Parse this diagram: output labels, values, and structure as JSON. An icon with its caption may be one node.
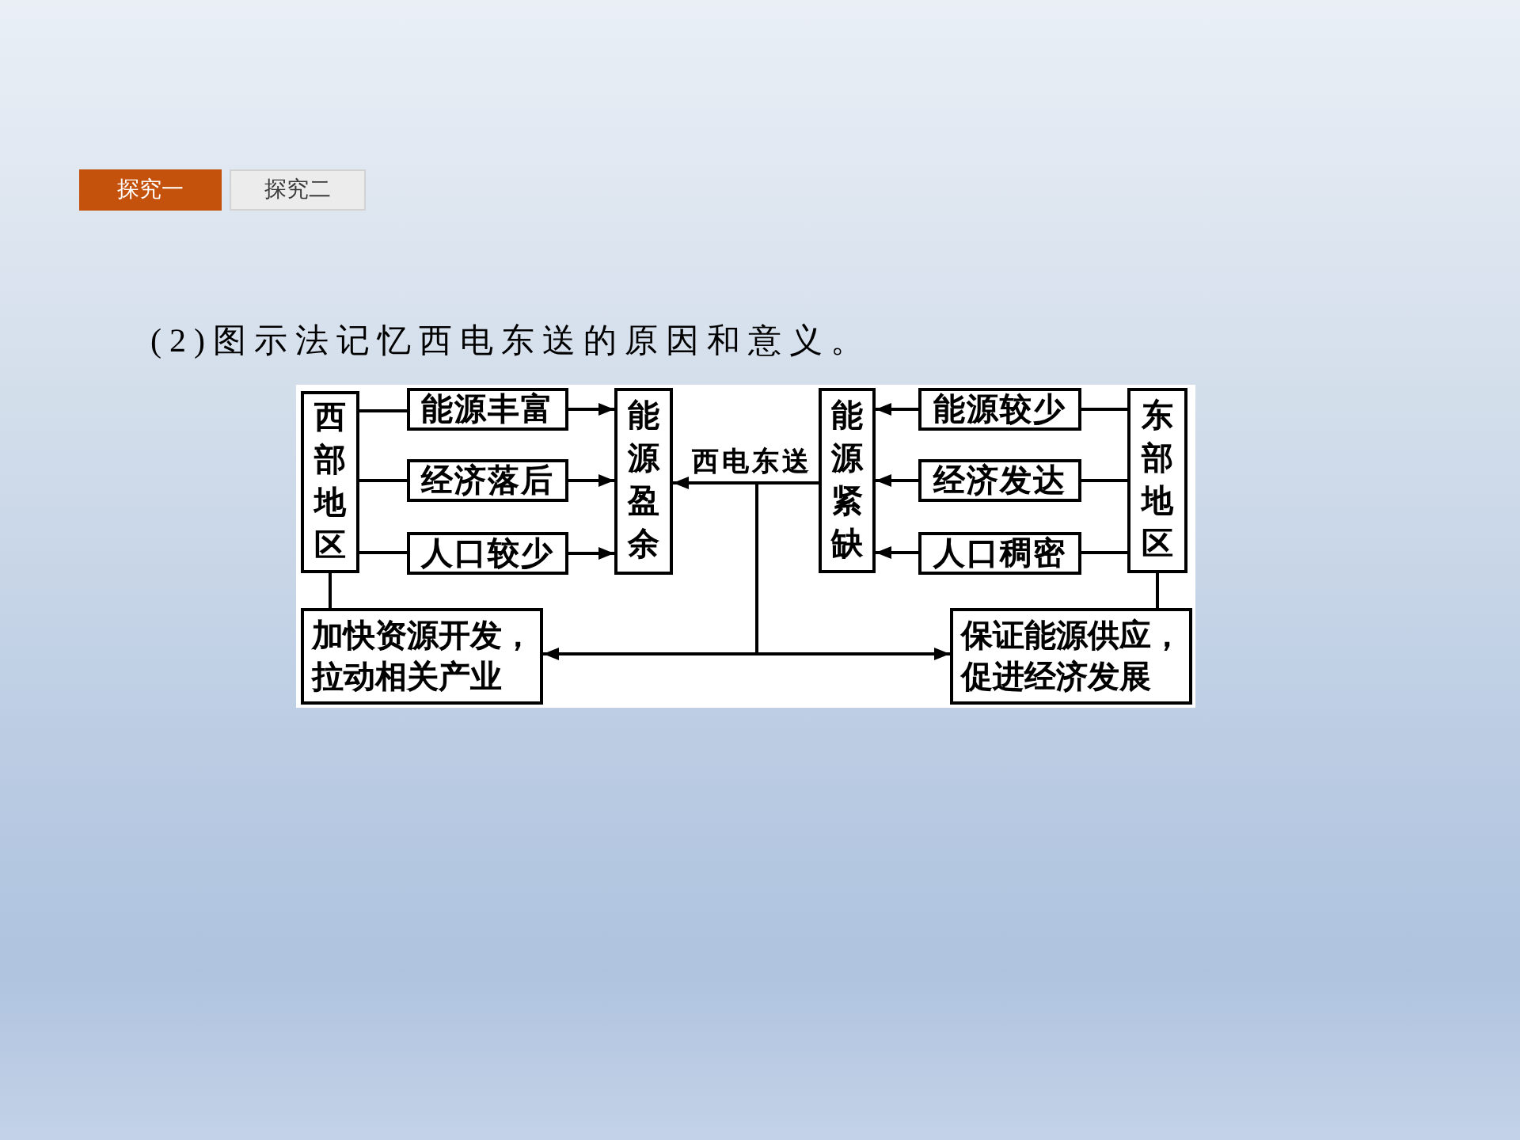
{
  "diagram": {
    "title": "(2)图示法记忆西电东送的原因和意义。",
    "nodes": [
      {
        "text": [
          "探究一"
        ]
      },
      {
        "text": [
          "探究二"
        ]
      },
      {
        "text": [
          "西部地区"
        ]
      },
      {
        "text": [
          "能源丰富"
        ]
      },
      {
        "text": [
          "经济落后"
        ]
      },
      {
        "text": [
          "人口较少"
        ]
      },
      {
        "text": [
          "能源盈余"
        ]
      },
      {
        "text": [
          "能源紧缺"
        ]
      },
      {
        "text": [
          "能源较少"
        ]
      },
      {
        "text": [
          "经济发达"
        ]
      },
      {
        "text": [
          "人口稠密"
        ]
      },
      {
        "text": [
          "东部地区"
        ]
      },
      {
        "text": [
          "加快资源开发，拉动相关产业"
        ]
      },
      {
        "text": [
          "保证能源供应，促进经济发展"
        ]
      }
    ],
    "edges": [
      {
        "from": 2,
        "to": 3,
        "arrow": "none"
      },
      {
        "from": 3,
        "to": 6,
        "arrow": "to"
      },
      {
        "from": 2,
        "to": 4,
        "arrow": "none"
      },
      {
        "from": 4,
        "to": 6,
        "arrow": "to"
      },
      {
        "from": 2,
        "to": 5,
        "arrow": "none"
      },
      {
        "from": 5,
        "to": 6,
        "arrow": "to"
      },
      {
        "from": 7,
        "to": 6,
        "arrow": "to",
        "label": "西电东送"
      },
      {
        "from": 7,
        "to": 12,
        "arrow": "to"
      },
      {
        "from": 7,
        "to": 13,
        "arrow": "to"
      },
      {
        "from": 11,
        "to": 8,
        "arrow": "none"
      },
      {
        "from": 8,
        "to": 7,
        "arrow": "to"
      },
      {
        "from": 11,
        "to": 9,
        "arrow": "none"
      },
      {
        "from": 9,
        "to": 7,
        "arrow": "to"
      },
      {
        "from": 11,
        "to": 10,
        "arrow": "none"
      },
      {
        "from": 10,
        "to": 7,
        "arrow": "to"
      },
      {
        "from": 2,
        "to": 12,
        "arrow": "none"
      },
      {
        "from": 11,
        "to": 13,
        "arrow": "none"
      }
    ]
  }
}
